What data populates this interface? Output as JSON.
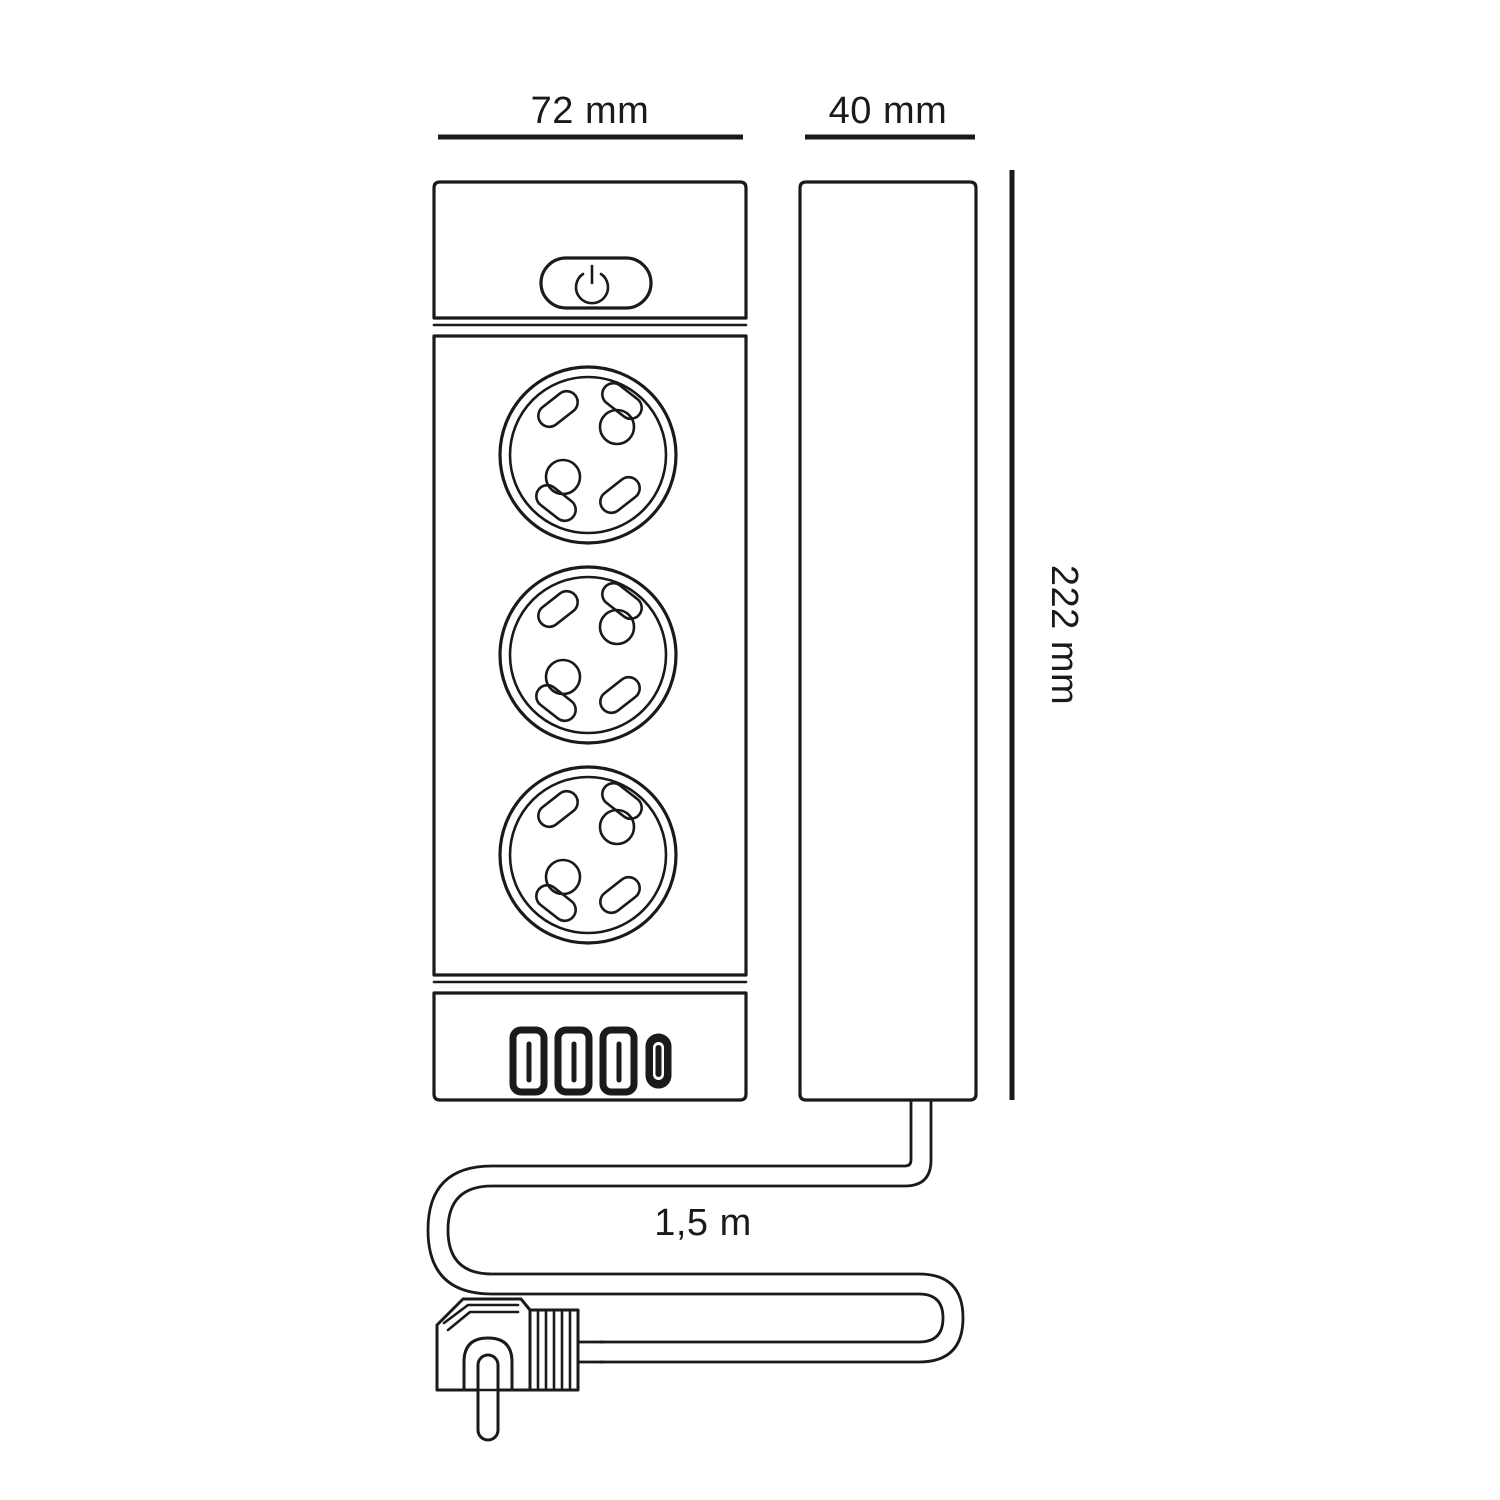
{
  "drawing": {
    "title": "Power strip technical dimension drawing",
    "background_color": "#ffffff",
    "line_color": "#1a1a1a"
  },
  "dimensions": {
    "width_front": {
      "label": "72 mm",
      "value": 72,
      "unit": "mm",
      "orientation": "horizontal",
      "applies_to": "front-view-width"
    },
    "width_side": {
      "label": "40 mm",
      "value": 40,
      "unit": "mm",
      "orientation": "horizontal",
      "applies_to": "side-view-depth"
    },
    "height_total": {
      "label": "222 mm",
      "value": 222,
      "unit": "mm",
      "orientation": "vertical",
      "applies_to": "body-height"
    },
    "cable_length": {
      "label": "1,5 m",
      "value": 1.5,
      "unit": "m",
      "orientation": "horizontal",
      "applies_to": "power-cord"
    }
  },
  "front_view": {
    "name": "front-view",
    "power_button": {
      "shape": "pill",
      "icon": "power-icon"
    },
    "sockets": {
      "type": "schuko",
      "count": 3,
      "pin_holes_per_socket": 2,
      "earth_clips_per_socket": 4
    },
    "ports": [
      {
        "type": "usb-a",
        "name": "usb-a-port-1"
      },
      {
        "type": "usb-a",
        "name": "usb-a-port-2"
      },
      {
        "type": "usb-a",
        "name": "usb-a-port-3"
      },
      {
        "type": "usb-c",
        "name": "usb-c-port-1"
      }
    ],
    "panels": [
      {
        "name": "top-panel",
        "contains": "power-button"
      },
      {
        "name": "socket-panel",
        "contains": "schuko-sockets"
      },
      {
        "name": "bottom-panel",
        "contains": "usb-ports"
      }
    ]
  },
  "side_view": {
    "name": "side-view",
    "shape": "rounded-rectangle"
  },
  "cord": {
    "name": "power-cord",
    "routing": "serpentine",
    "plug": {
      "type": "schuko-angled-plug",
      "has_earth_pin": true,
      "strain_relief_ribs": 8
    }
  }
}
